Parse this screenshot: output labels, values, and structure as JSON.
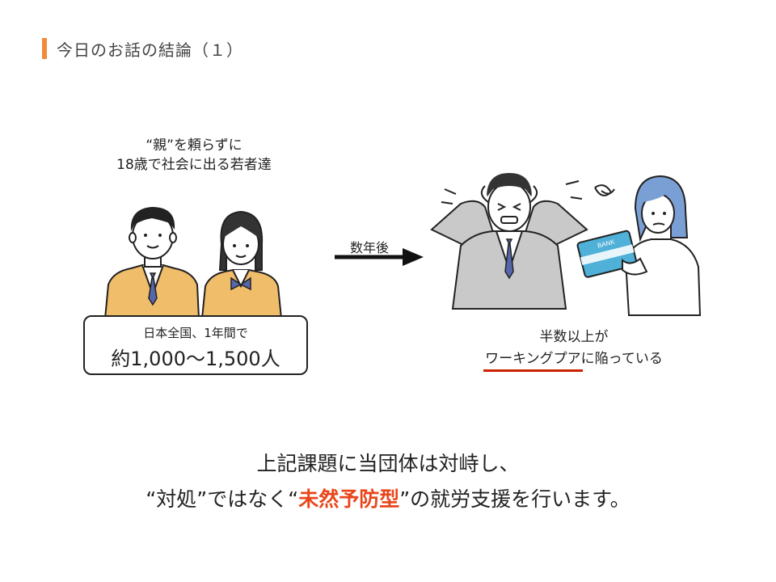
{
  "header": {
    "title": "今日のお話の結論（１）"
  },
  "youth": {
    "caption_line1": "“親”を頼らずに",
    "caption_line2": "18歳で社会に出る若者達",
    "stat_sub": "日本全国、1年間で",
    "stat_main": "約1,000～1,500人"
  },
  "transition": {
    "label": "数年後"
  },
  "result": {
    "line1": "半数以上が",
    "line2_underlined": "ワーキングプア",
    "line2_rest": "に陥っている",
    "bank_card_text": "BANK"
  },
  "conclusion": {
    "line1": "上記課題に当団体は対峙し、",
    "line2_part1": "“対処”ではなく“",
    "line2_highlight": "未然予防型",
    "line2_part2": "”の就労支援を行います。"
  },
  "colors": {
    "accent": "#f08a3c",
    "highlight": "#e8461a",
    "underline": "#cc2200",
    "blazer": "#f0bd6a",
    "suit": "#c9c9c9",
    "tie": "#5566aa"
  }
}
